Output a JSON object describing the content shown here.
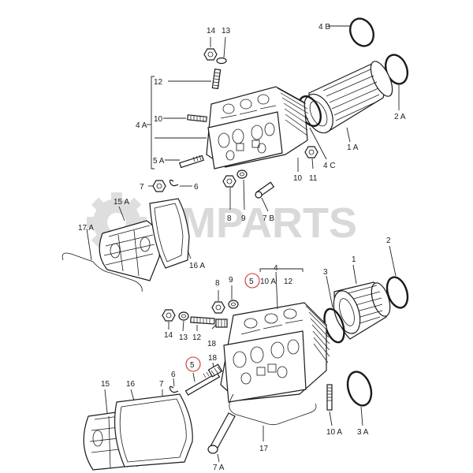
{
  "watermark": {
    "text": "RMPARTS",
    "icon": "gear-icon"
  },
  "callouts": {
    "l4B": "4 B",
    "l14t": "14",
    "l13t": "13",
    "l12t": "12",
    "l10t": "10",
    "l4A": "4 A",
    "l5A": "5 A",
    "l7t": "7",
    "l6t": "6",
    "l8t": "8",
    "l9t": "9",
    "l7B": "7 B",
    "l2A": "2 A",
    "l1A": "1 A",
    "l4C": "4 C",
    "l10m": "10",
    "l11": "11",
    "l15A": "15 A",
    "l17A": "17 A",
    "l16A": "16 A",
    "l8b": "8",
    "l9b": "9",
    "l5b": "5",
    "l10A": "10 A",
    "l12b": "12",
    "l4": "4",
    "l1": "1",
    "l2": "2",
    "l3": "3",
    "l14b": "14",
    "l13b": "13",
    "l12c": "12",
    "l18a": "18",
    "l18b": "18",
    "l5c": "5",
    "l6b": "6",
    "l7c": "7",
    "l15": "15",
    "l16": "16",
    "l17": "17",
    "l7Ab": "7 A",
    "l10Ab": "10 A",
    "l3A": "3 A"
  },
  "highlight_color": "#d0342c"
}
